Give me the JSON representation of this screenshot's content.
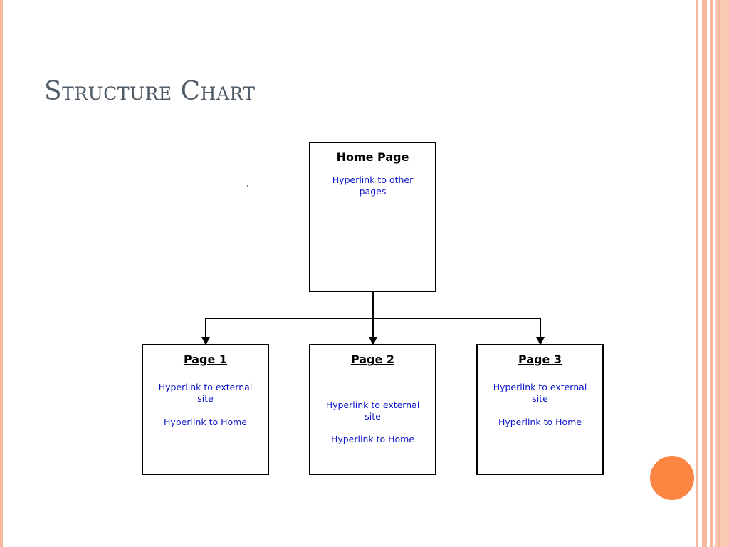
{
  "title": "Structure Chart",
  "colors": {
    "accent_circle": "#fb8642",
    "link_text": "#0b16c7",
    "title_text": "#4f5b66",
    "stripe": "#f6b79d"
  },
  "home": {
    "title": "Home Page",
    "link": "Hyperlink to other pages"
  },
  "pages": [
    {
      "title": "Page 1",
      "link_external": "Hyperlink to external site",
      "link_home": "Hyperlink to Home"
    },
    {
      "title": "Page 2",
      "link_external": "Hyperlink to external site",
      "link_home": "Hyperlink to Home"
    },
    {
      "title": "Page 3",
      "link_external": "Hyperlink to external site",
      "link_home": "Hyperlink to Home"
    }
  ]
}
